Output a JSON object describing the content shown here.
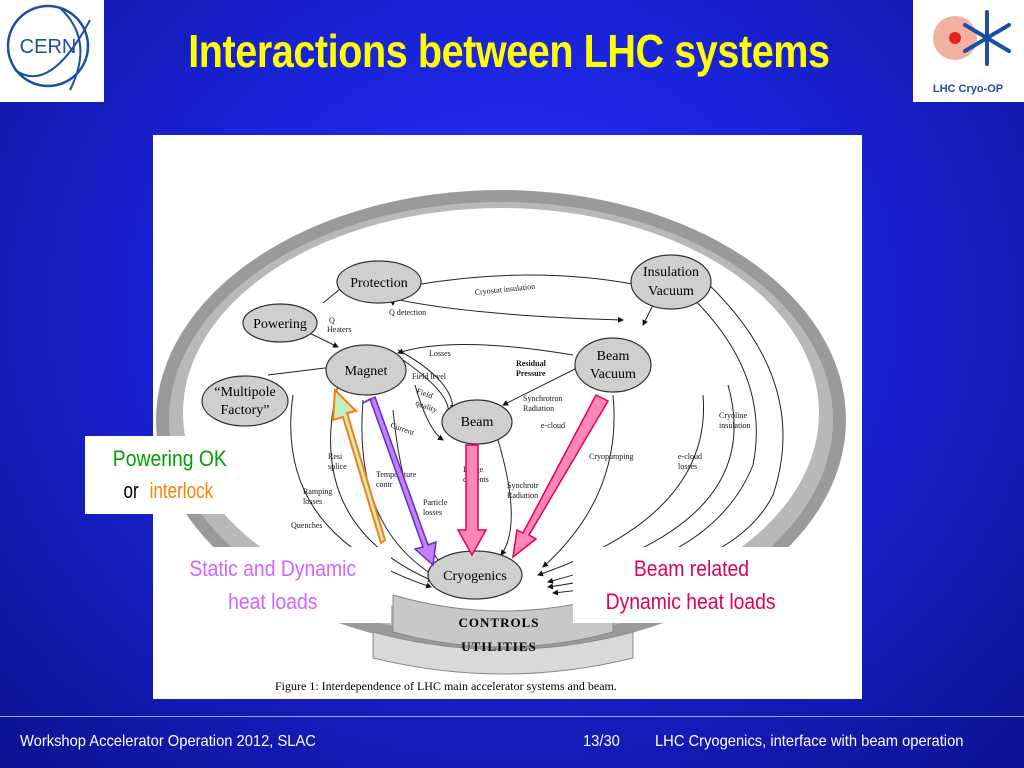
{
  "title": "Interactions between LHC systems",
  "logos": {
    "left": "CERN",
    "right": "LHC Cryo-OP"
  },
  "diagram": {
    "nodes": {
      "protection": "Protection",
      "powering": "Powering",
      "multipole_1": "“Multipole",
      "multipole_2": "Factory”",
      "magnet": "Magnet",
      "beam": "Beam",
      "beam_vacuum_1": "Beam",
      "beam_vacuum_2": "Vacuum",
      "insulation_vacuum_1": "Insulation",
      "insulation_vacuum_2": "Vacuum",
      "cryogenics": "Cryogenics"
    },
    "bands": {
      "controls": "CONTROLS",
      "utilities": "UTILITIES"
    },
    "edge_labels": {
      "crystal_insulation": "Cryostat insulation",
      "q_detection": "Q detection",
      "q_heaters_1": "Q",
      "q_heaters_2": "Heaters",
      "losses": "Losses",
      "field_level": "Field level",
      "field_quality_1": "Field",
      "field_quality_2": "quality",
      "current": "Current",
      "residual_pressure_1": "Residual",
      "residual_pressure_2": "Pressure",
      "synchrotron_radiation_1": "Synchrotron",
      "synchrotron_radiation_2": "Radiation",
      "e_cloud": "e-cloud",
      "cryoline_insulation_1": "Cryoline",
      "cryoline_insulation_2": "insulation",
      "cryopumping": "Cryopumping",
      "e_cloud_losses_1": "e-cloud",
      "e_cloud_losses_2": "losses",
      "resistive_splices_1": "Resi",
      "resistive_splices_2": "splice",
      "temperature_control_1": "Temperature",
      "temperature_control_2": "contr",
      "image_currents_1": "Image",
      "image_currents_2": "currents",
      "synchrotron_radiation_b_1": "Synchrotr",
      "synchrotron_radiation_b_2": "Radiation",
      "ramping_losses_1": "Ramping",
      "ramping_losses_2": "losses",
      "particle_losses_1": "Particle",
      "particle_losses_2": "losses",
      "quenches": "Quenches"
    },
    "caption": "Figure 1: Interdependence of LHC main accelerator systems and beam."
  },
  "callouts": {
    "powering_ok": "Powering OK",
    "or": "or",
    "interlock": "interlock",
    "static_dynamic_1": "Static and Dynamic",
    "static_dynamic_2": "heat loads",
    "beam_related_1": "Beam related",
    "beam_related_2": "Dynamic heat loads"
  },
  "colors": {
    "background": "#1a23d8",
    "title": "#ffff00",
    "powering_ok": "#00a000",
    "interlock": "#ff8000",
    "static_dynamic": "#cc66ff",
    "beam_related": "#e0005a"
  },
  "footer": {
    "left": "Workshop Accelerator Operation 2012, SLAC",
    "page": "13/30",
    "right": "LHC Cryogenics, interface with beam operation"
  }
}
